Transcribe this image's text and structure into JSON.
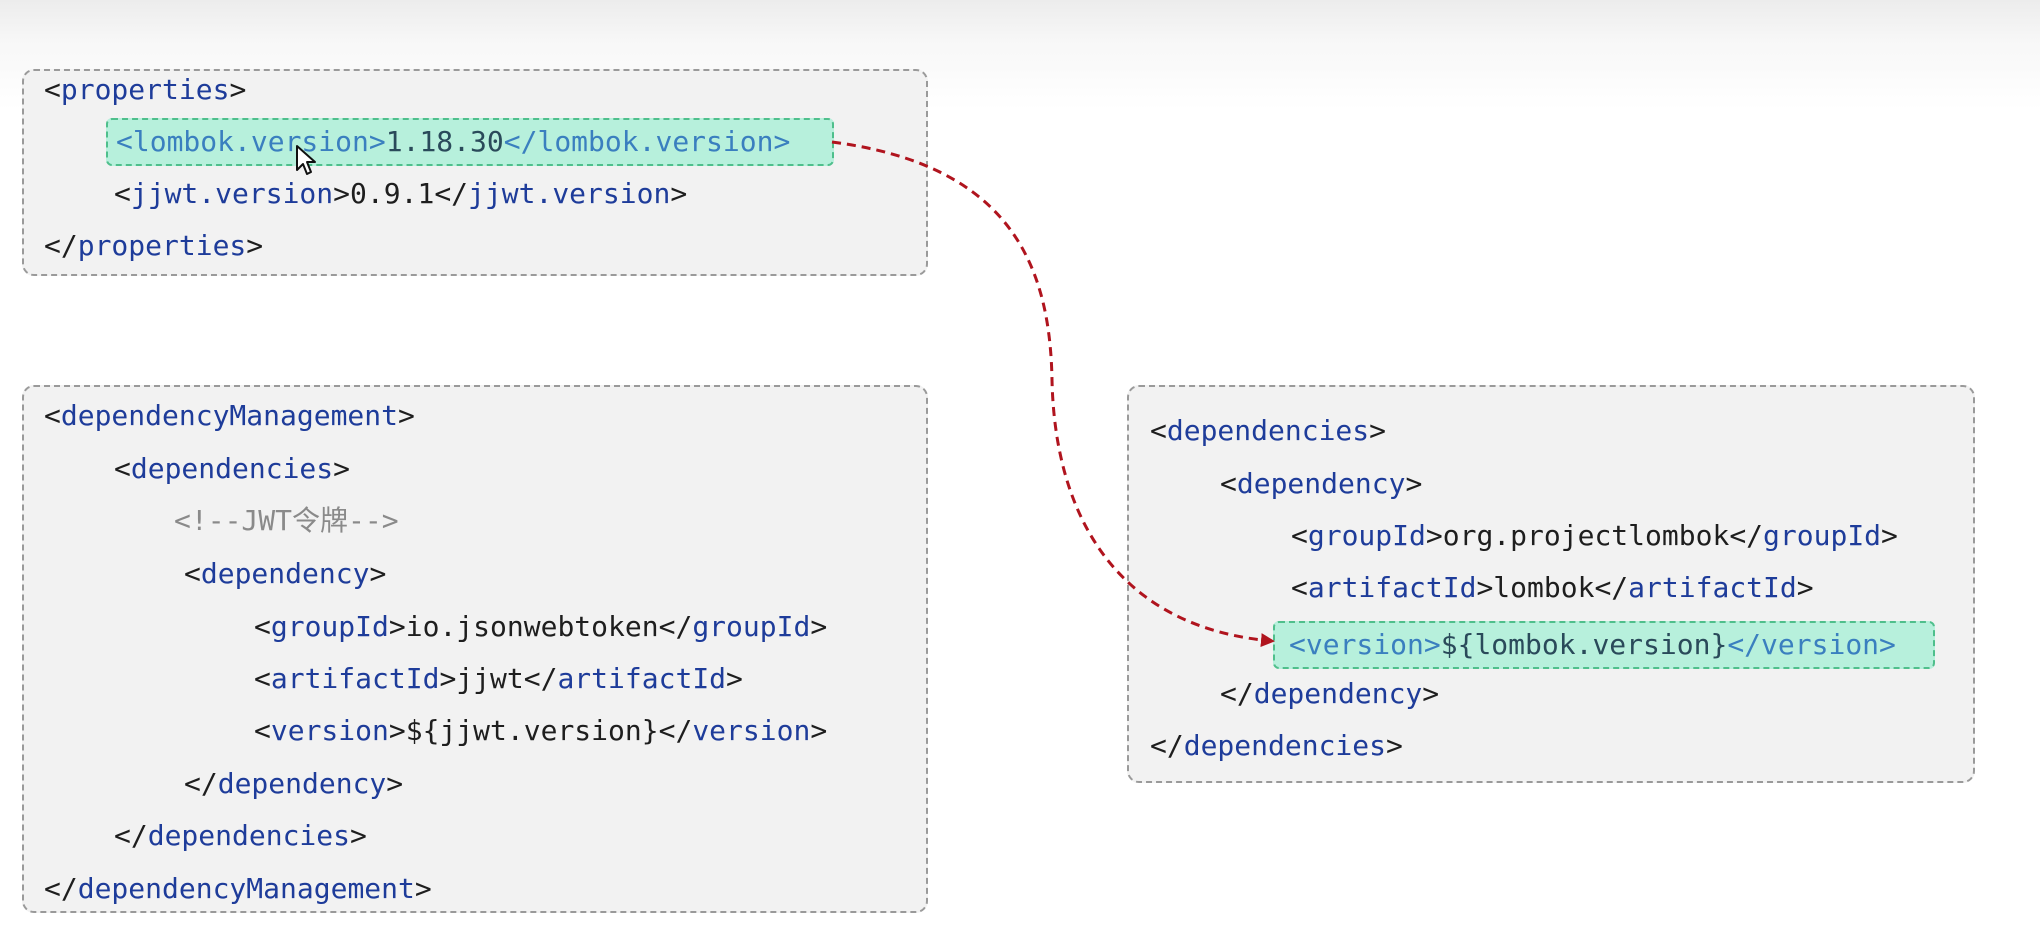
{
  "properties_block": {
    "open": "properties",
    "lombok": {
      "tag": "lombok.version",
      "value": "1.18.30"
    },
    "jjwt": {
      "tag": "jjwt.version",
      "value": "0.9.1"
    },
    "close": "properties"
  },
  "dependency_management_block": {
    "open": "dependencyManagement",
    "deps_open": "dependencies",
    "comment": "<!--JWT令牌-->",
    "dep_open": "dependency",
    "group": {
      "tag": "groupId",
      "value": "io.jsonwebtoken"
    },
    "artifact": {
      "tag": "artifactId",
      "value": "jjwt"
    },
    "version": {
      "tag": "version",
      "value": "${jjwt.version}"
    },
    "dep_close": "dependency",
    "deps_close": "dependencies",
    "close": "dependencyManagement"
  },
  "dependencies_block": {
    "open": "dependencies",
    "dep_open": "dependency",
    "group": {
      "tag": "groupId",
      "value": "org.projectlombok"
    },
    "artifact": {
      "tag": "artifactId",
      "value": "lombok"
    },
    "version": {
      "tag": "version",
      "value": "${lombok.version}"
    },
    "dep_close": "dependency",
    "close": "dependencies"
  },
  "colors": {
    "tag": "#1e3c9a",
    "highlight_fill": "#b7f0dc",
    "highlight_border": "#4fbf8c",
    "arrow": "#b0141e",
    "comment": "#8a8a8a"
  }
}
